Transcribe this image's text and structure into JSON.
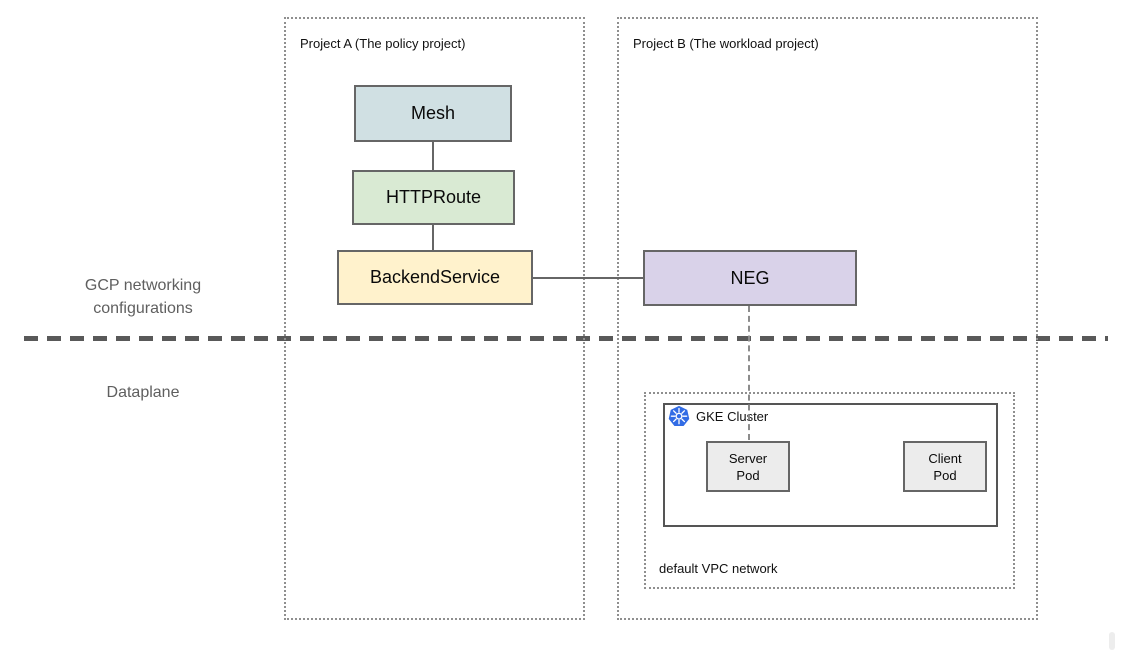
{
  "diagram": {
    "section_labels": {
      "top_line1": "GCP networking",
      "top_line2": "configurations",
      "bottom": "Dataplane"
    },
    "projects": {
      "a": {
        "label": "Project A (The policy project)"
      },
      "b": {
        "label": "Project B (The workload project)"
      }
    },
    "nodes": {
      "mesh": {
        "label": "Mesh",
        "fill": "#d0e0e3"
      },
      "httproute": {
        "label": "HTTPRoute",
        "fill": "#d9ead3"
      },
      "backendservice": {
        "label": "BackendService",
        "fill": "#fff2cc"
      },
      "neg": {
        "label": "NEG",
        "fill": "#d9d2e9"
      }
    },
    "gke_cluster": {
      "label": "GKE Cluster",
      "icon": "kubernetes-icon",
      "icon_color": "#326ce5",
      "pods": [
        {
          "line1": "Server",
          "line2": "Pod",
          "fill": "#ececec"
        },
        {
          "line1": "Client",
          "line2": "Pod",
          "fill": "#ececec"
        }
      ]
    },
    "vpc": {
      "label": "default VPC network"
    },
    "colors": {
      "node_border": "#666666",
      "connector": "#666666",
      "divider": "#595959",
      "dotted_border": "#8f8f8f",
      "section_label_text": "#5f5f5f"
    }
  }
}
